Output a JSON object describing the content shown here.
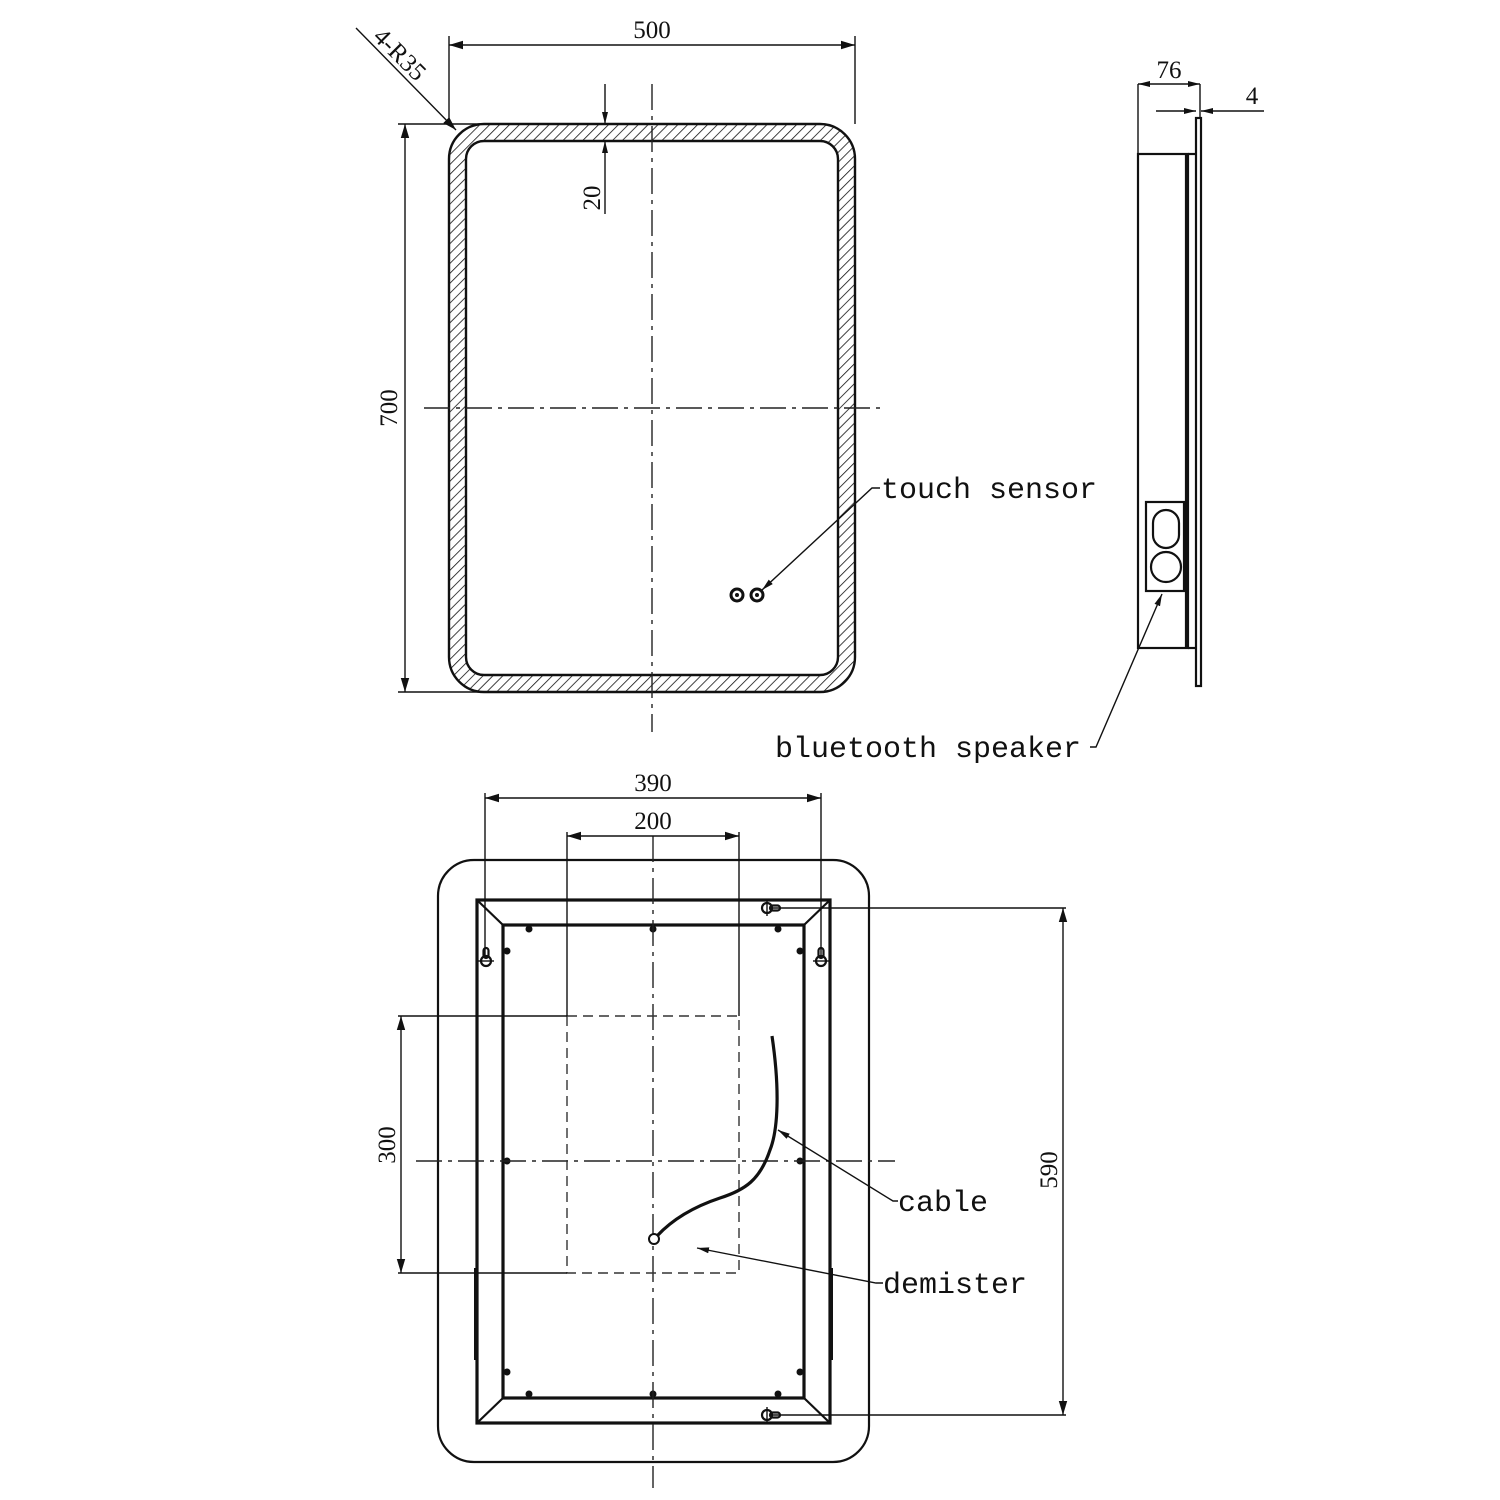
{
  "drawing": {
    "front_view": {
      "width_dim": "500",
      "height_dim": "700",
      "corner_radius_note": "4-R35",
      "frame_width_dim": "20",
      "callouts": {
        "touch_sensor": "touch sensor"
      }
    },
    "side_view": {
      "depth_dim": "76",
      "glass_thickness_dim": "4",
      "callouts": {
        "bluetooth_speaker": "bluetooth speaker"
      }
    },
    "back_view": {
      "hanger_spacing_dim": "390",
      "demister_width_dim": "200",
      "demister_height_dim": "300",
      "hanger_vertical_dim": "590",
      "callouts": {
        "cable": "cable",
        "demister": "demister"
      }
    },
    "colors": {
      "line": "#111111",
      "background": "#ffffff"
    }
  }
}
